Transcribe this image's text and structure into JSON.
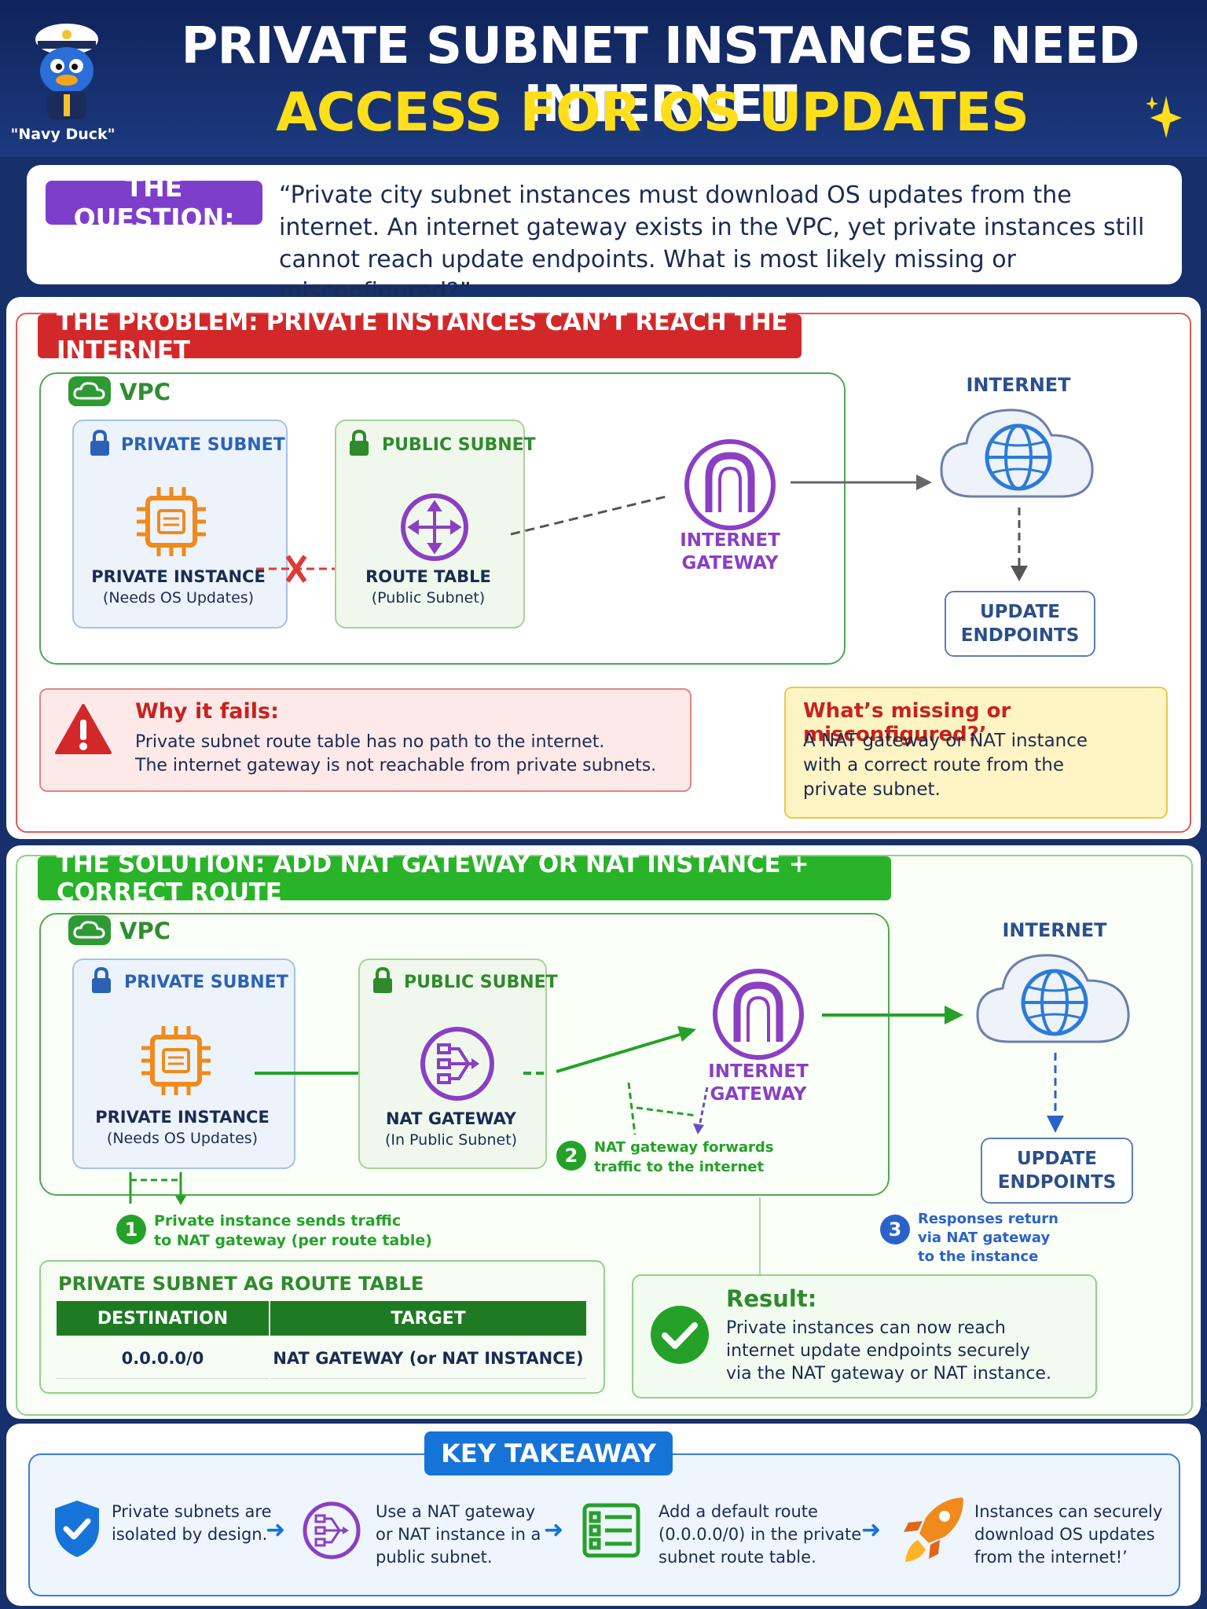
{
  "header": {
    "title_line1": "PRIVATE SUBNET INSTANCES NEED INTERNET",
    "title_line2": "ACCESS FOR OS UPDATES",
    "mascot_caption": "\"Navy Duck\""
  },
  "question": {
    "badge": "THE QUESTION:",
    "text": "“Private city subnet instances must download OS updates from the internet. An internet gateway exists in the VPC, yet private instances still cannot reach update endpoints. What is most likely missing or misconfigured?”"
  },
  "problem": {
    "banner": "THE PROBLEM: PRIVATE INSTANCES CAN’T REACH THE INTERNET",
    "vpc_label": "VPC",
    "private_subnet": "PRIVATE SUBNET",
    "public_subnet": "PUBLIC SUBNET",
    "instance_label": "PRIVATE INSTANCE",
    "instance_sub": "(Needs OS Updates)",
    "route_table_label": "ROUTE TABLE",
    "route_table_sub": "(Public Subnet)",
    "igw_line1": "INTERNET",
    "igw_line2": "GATEWAY",
    "internet_label": "INTERNET",
    "endpoints_line1": "UPDATE",
    "endpoints_line2": "ENDPOINTS",
    "why_title": "Why it fails:",
    "why_line1": "Private subnet route table has no path to the internet.",
    "why_line2": "The internet gateway is not reachable from private subnets.",
    "missing_title": "What’s missing or misconfigured?’",
    "missing_text": "A NAT gateway or NAT instance with a correct route from the private subnet."
  },
  "solution": {
    "banner": "THE SOLUTION: ADD NAT GATEWAY OR NAT INSTANCE + CORRECT ROUTE",
    "vpc_label": "VPC",
    "private_subnet": "PRIVATE SUBNET",
    "public_subnet": "PUBLIC SUBNET",
    "instance_label": "PRIVATE INSTANCE",
    "instance_sub": "(Needs OS Updates)",
    "nat_label": "NAT GATEWAY",
    "nat_sub": "(In Public Subnet)",
    "igw_line1": "INTERNET",
    "igw_line2": "GATEWAY",
    "internet_label": "INTERNET",
    "endpoints_line1": "UPDATE",
    "endpoints_line2": "ENDPOINTS",
    "step1_num": "1",
    "step1_line1": "Private instance sends traffic",
    "step1_line2": "to NAT gateway (per route table)",
    "step2_num": "2",
    "step2_line1": "NAT gateway forwards",
    "step2_line2": "traffic to the internet",
    "step3_num": "3",
    "step3_line1": "Responses return",
    "step3_line2": "via NAT gateway",
    "step3_line3": "to the instance",
    "route_table": {
      "title": "PRIVATE SUBNET AG ROUTE TABLE",
      "col_destination": "DESTINATION",
      "col_target": "TARGET",
      "row_destination": "0.0.0.0/0",
      "row_target": "NAT GATEWAY (or NAT INSTANCE)"
    },
    "result_title": "Result:",
    "result_line1": "Private instances can now reach",
    "result_line2": "internet update endpoints securely",
    "result_line3": "via the NAT gateway or NAT instance."
  },
  "takeaway": {
    "banner": "KEY TAKEAWAY",
    "item1_line1": "Private subnets are",
    "item1_line2": "isolated by design.",
    "item2_line1": "Use a NAT gateway",
    "item2_line2": "or NAT instance in a",
    "item2_line3": "public subnet.",
    "item3_line1": "Add a default route",
    "item3_line2": "(0.0.0.0/0) in the private",
    "item3_line3": "subnet route table.",
    "item4_line1": "Instances can securely",
    "item4_line2": "download OS updates",
    "item4_line3": "from the internet!’"
  },
  "colors": {
    "navy": "#16306b",
    "title_yellow": "#ffde1a",
    "problem_red": "#d3282a",
    "solution_green": "#28b328",
    "takeaway_blue": "#1673d8",
    "purple": "#8b3fc3",
    "orange": "#f08a1c"
  }
}
